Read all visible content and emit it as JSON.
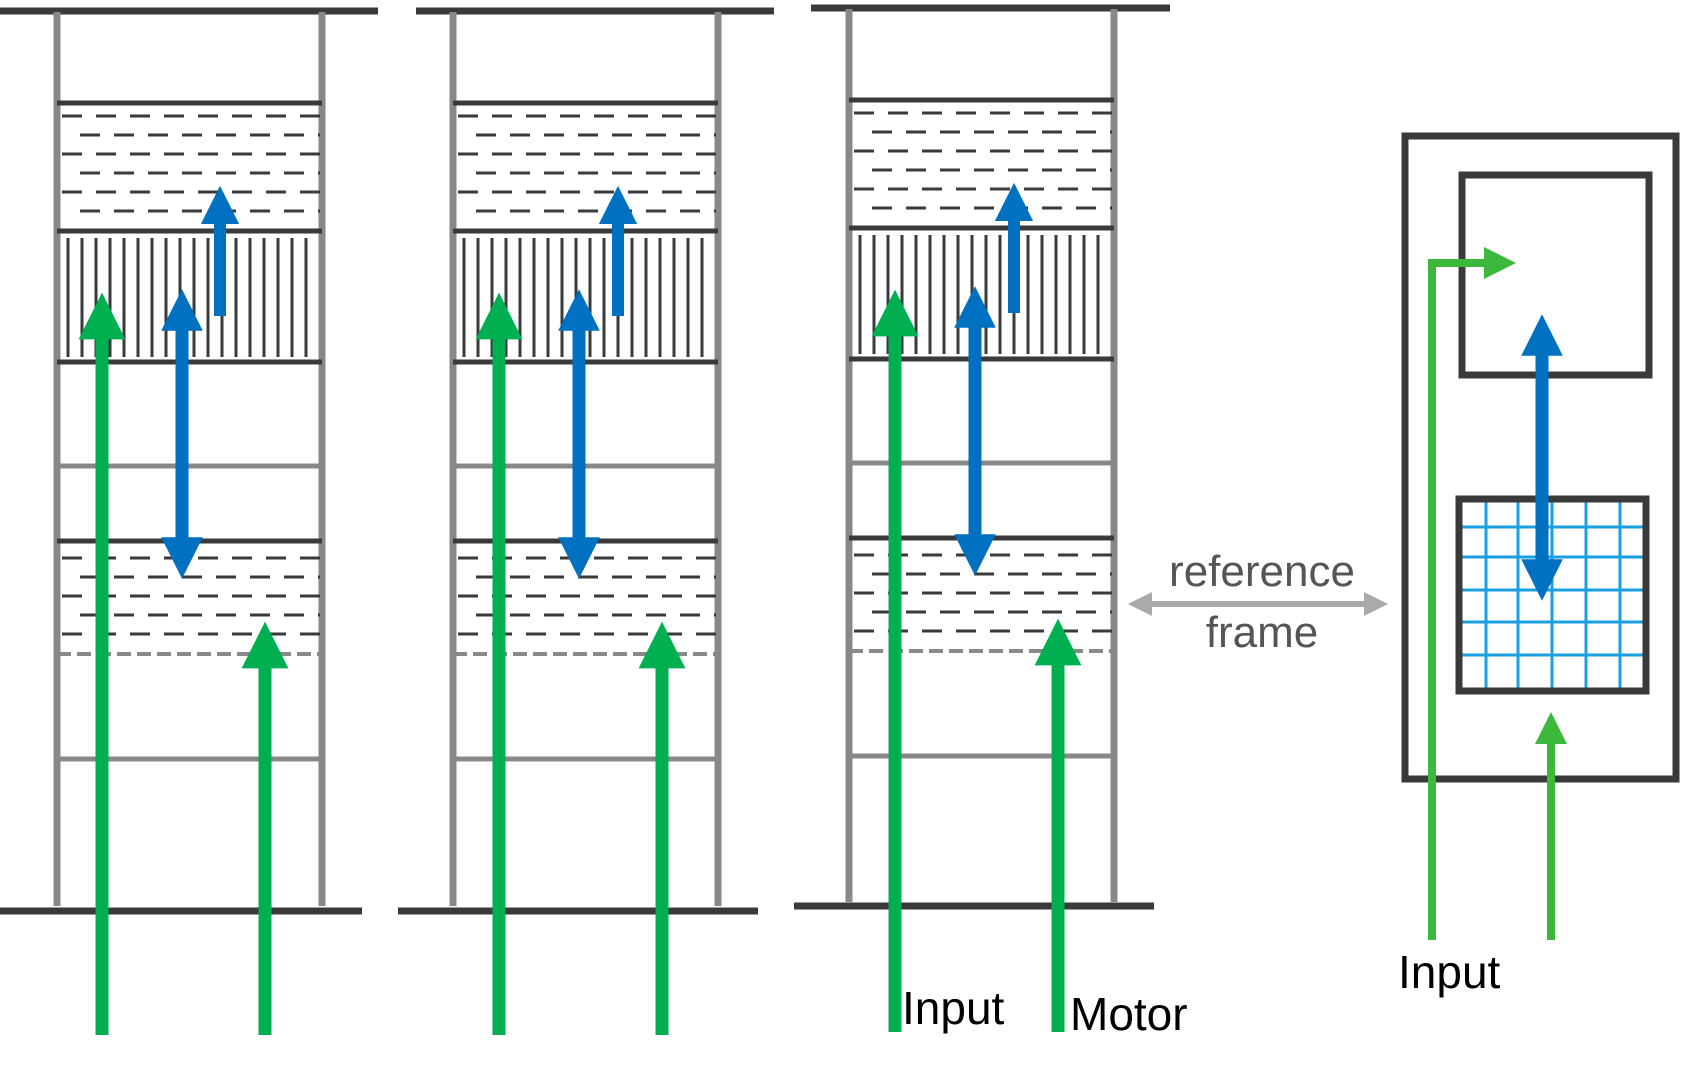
{
  "labels": {
    "input_left": "Input",
    "motor": "Motor",
    "reference_frame_line1": "reference",
    "reference_frame_line2": "frame",
    "input_right": "Input"
  },
  "colors": {
    "frame_gray": "#888888",
    "heavy_line": "#3a3a3a",
    "green": "#00b050",
    "light_green": "#3cb83c",
    "blue": "#0070c0",
    "grid_cyan": "#1a9fe0",
    "arrow_gray": "#aaaaaa",
    "label_gray": "#555555",
    "label_black": "#000000"
  },
  "icons": {
    "columns": "cortical-column-diagram",
    "hatch_dashed": "dashed-hatch-layer",
    "hatch_vertical": "vertical-stripe-layer",
    "grid": "grid-reference-frame"
  }
}
